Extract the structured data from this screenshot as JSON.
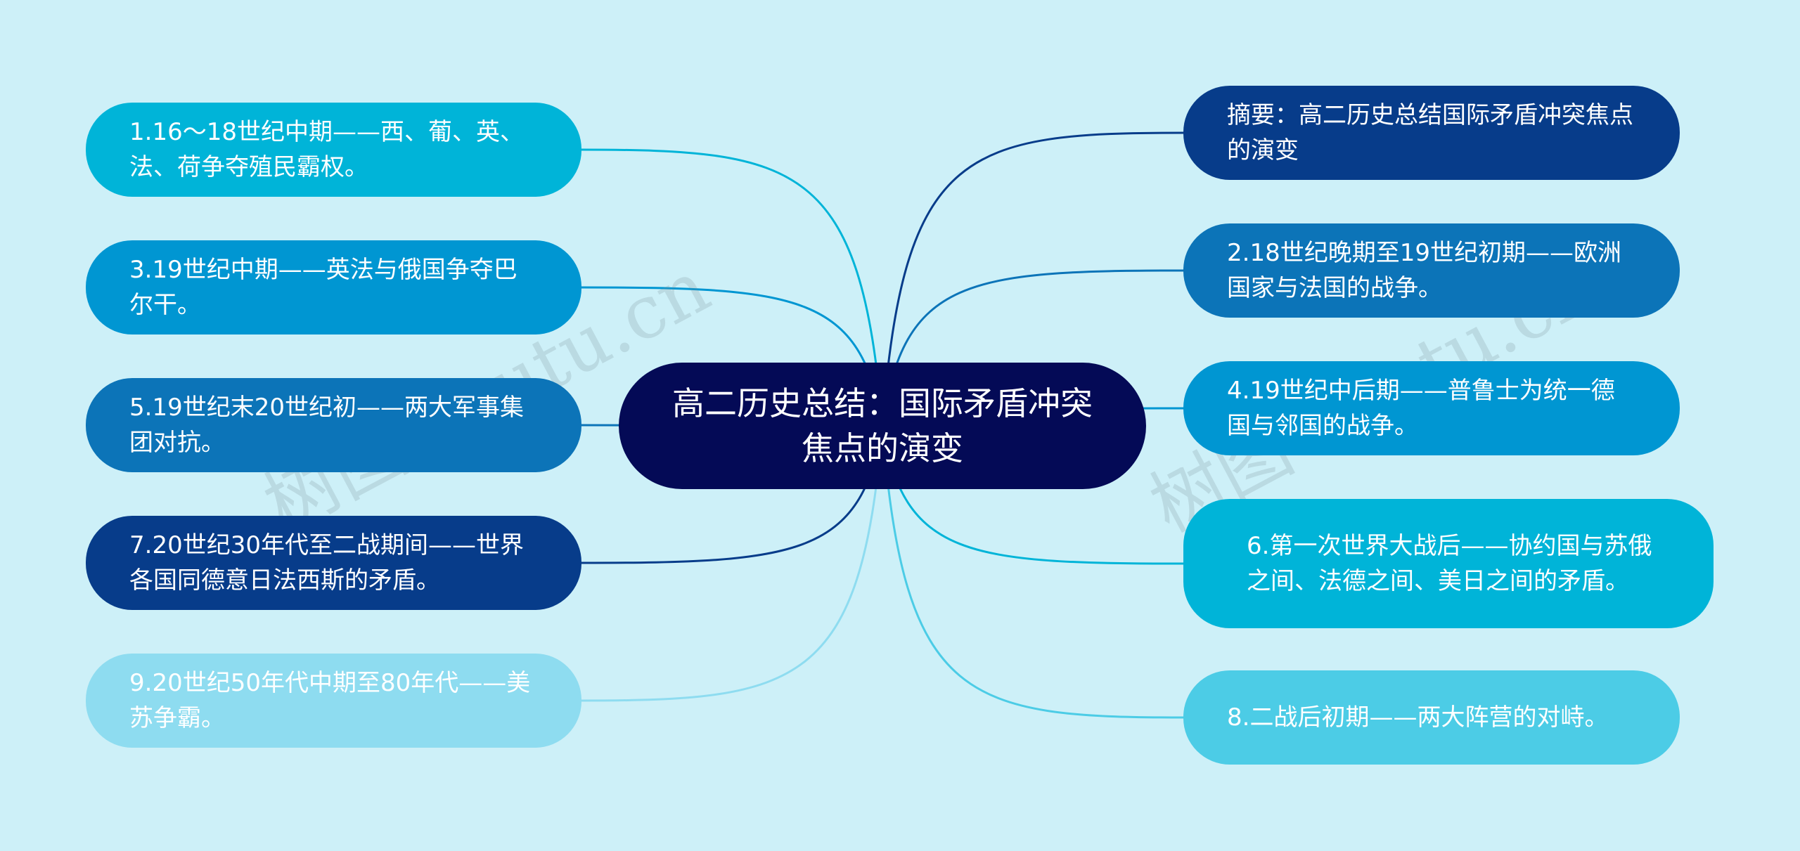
{
  "center": {
    "title": "高二历史总结：国际矛盾冲突焦点的演变"
  },
  "watermark": "树图 shutu.cn",
  "left_branches": [
    {
      "label": "1.16～18世纪中期——西、葡、英、法、荷争夺殖民霸权。",
      "color": "#00b4d8"
    },
    {
      "label": "3.19世纪中期——英法与俄国争夺巴尔干。",
      "color": "#0096d2"
    },
    {
      "label": "5.19世纪末20世纪初——两大军事集团对抗。",
      "color": "#0c74b8"
    },
    {
      "label": "7.20世纪30年代至二战期间——世界各国同德意日法西斯的矛盾。",
      "color": "#073c8a"
    },
    {
      "label": "9.20世纪50年代中期至80年代——美苏争霸。",
      "color": "#8edcf0"
    }
  ],
  "right_branches": [
    {
      "label": "摘要：高二历史总结国际矛盾冲突焦点的演变",
      "color": "#073c8a"
    },
    {
      "label": "2.18世纪晚期至19世纪初期——欧洲国家与法国的战争。",
      "color": "#0c74b8"
    },
    {
      "label": "4.19世纪中后期——普鲁士为统一德国与邻国的战争。",
      "color": "#0096d2"
    },
    {
      "label": "6.第一次世界大战后——协约国与苏俄之间、法德之间、美日之间的矛盾。",
      "color": "#00b4d8"
    },
    {
      "label": "8.二战后初期——两大阵营的对峙。",
      "color": "#4ccce6"
    }
  ]
}
